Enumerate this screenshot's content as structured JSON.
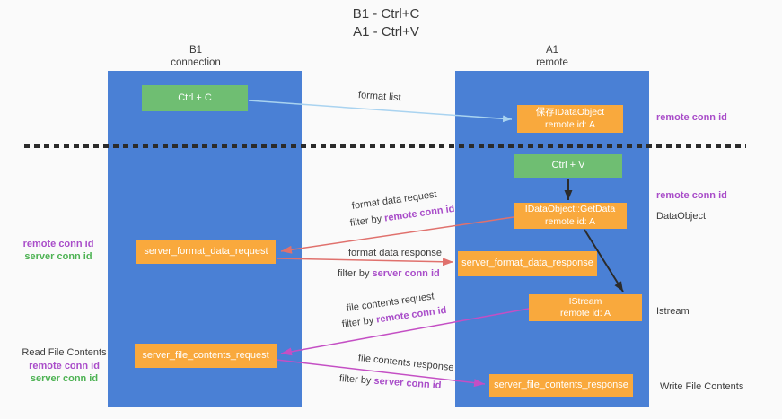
{
  "title": {
    "line1": "B1 - Ctrl+C",
    "line2": "A1 - Ctrl+V"
  },
  "lanes": {
    "left": {
      "name": "B1",
      "role": "connection"
    },
    "right": {
      "name": "A1",
      "role": "remote"
    }
  },
  "boxes": {
    "ctrl_c": {
      "label": "Ctrl + C"
    },
    "save_idataobject": {
      "line1": "保存IDataObject",
      "line2": "remote id: A"
    },
    "ctrl_v": {
      "label": "Ctrl + V"
    },
    "getdata": {
      "line1": "IDataObject::GetData",
      "line2": "remote id: A"
    },
    "format_request": {
      "label": "server_format_data_request"
    },
    "format_response": {
      "label": "server_format_data_response"
    },
    "istream": {
      "line1": "IStream",
      "line2": "remote id: A"
    },
    "file_request": {
      "label": "server_file_contents_request"
    },
    "file_response": {
      "label": "server_file_contents_response"
    }
  },
  "labels": {
    "format_list": "format list",
    "format_data_request": "format data request",
    "format_data_response": "format data response",
    "file_contents_request": "file contents request",
    "file_contents_response": "file contents response",
    "filter_by": "filter by",
    "remote_conn_id": "remote conn id",
    "server_conn_id": "server conn id",
    "read_file_contents": "Read File Contents",
    "write_file_contents": "Write File Contents",
    "dataobject": "DataObject",
    "istream": "Istream"
  },
  "colors": {
    "lane_blue": "#4a80d5",
    "green_box": "#6fbe72",
    "orange_box": "#f9a93d",
    "light_blue_arrow": "#a9d3f0",
    "black_arrow": "#2b2b2b",
    "salmon_arrow": "#e0716d",
    "magenta_arrow": "#c44fc4",
    "purple_text": "#a94dc9",
    "green_text": "#4db253"
  }
}
